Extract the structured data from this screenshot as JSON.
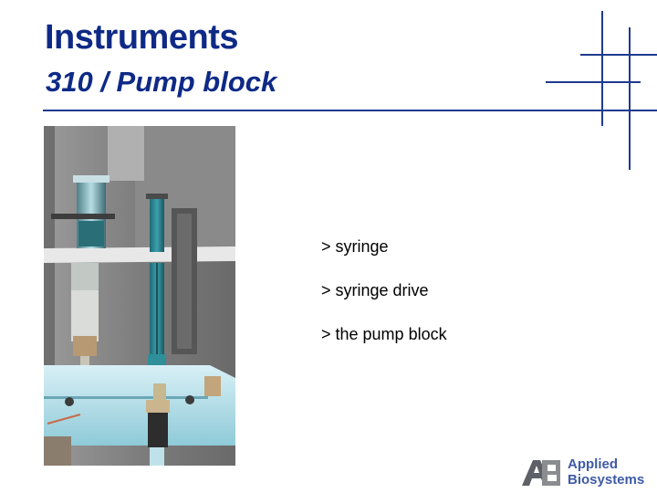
{
  "slide": {
    "title": "Instruments",
    "subtitle": "310 / Pump block"
  },
  "bullets": [
    "> syringe",
    "> syringe drive",
    "> the pump block"
  ],
  "logo": {
    "line1": "Applied",
    "line2": "Biosystems"
  },
  "colors": {
    "title": "#0e2a86",
    "rule": "#1f3a8f",
    "logo": "#3f5aa7"
  }
}
